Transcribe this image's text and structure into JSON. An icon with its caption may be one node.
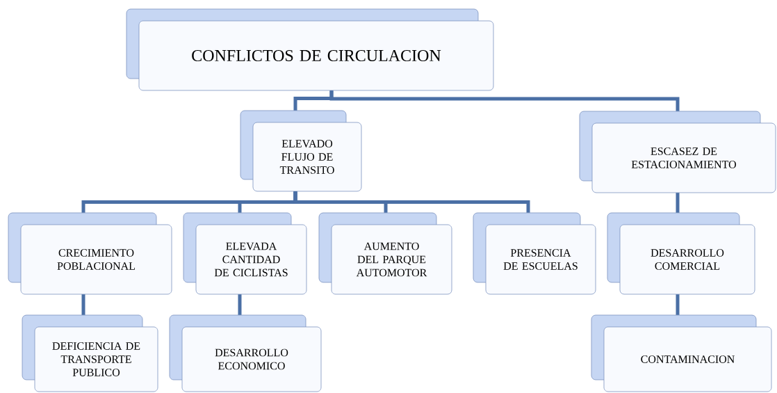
{
  "diagram": {
    "nodes": [
      {
        "text": [
          "CONFLICTOS DE CIRCULACION"
        ]
      },
      {
        "text": [
          "ELEVADO FLUJO DE TRANSITO"
        ]
      },
      {
        "text": [
          "ESCASEZ DE ESTACIONAMIENTO"
        ]
      },
      {
        "text": [
          "CRECIMIENTO POBLACIONAL"
        ]
      },
      {
        "text": [
          "ELEVADA CANTIDAD DE CICLISTAS"
        ]
      },
      {
        "text": [
          "AUMENTO DEL PARQUE AUTOMOTOR"
        ]
      },
      {
        "text": [
          "PRESENCIA DE ESCUELAS"
        ]
      },
      {
        "text": [
          "DEFICIENCIA DE TRANSPORTE PUBLICO"
        ]
      },
      {
        "text": [
          "DESARROLLO ECONOMICO"
        ]
      },
      {
        "text": [
          "DESARROLLO COMERCIAL"
        ]
      },
      {
        "text": [
          "CONTAMINACION"
        ]
      }
    ],
    "edges": [
      {
        "from": 0,
        "to": 1,
        "arrow": "none"
      },
      {
        "from": 0,
        "to": 2,
        "arrow": "none"
      },
      {
        "from": 1,
        "to": 3,
        "arrow": "none"
      },
      {
        "from": 1,
        "to": 4,
        "arrow": "none"
      },
      {
        "from": 1,
        "to": 5,
        "arrow": "none"
      },
      {
        "from": 1,
        "to": 6,
        "arrow": "none"
      },
      {
        "from": 3,
        "to": 7,
        "arrow": "none"
      },
      {
        "from": 4,
        "to": 8,
        "arrow": "none"
      },
      {
        "from": 2,
        "to": 9,
        "arrow": "none"
      },
      {
        "from": 9,
        "to": 10,
        "arrow": "none"
      }
    ]
  }
}
